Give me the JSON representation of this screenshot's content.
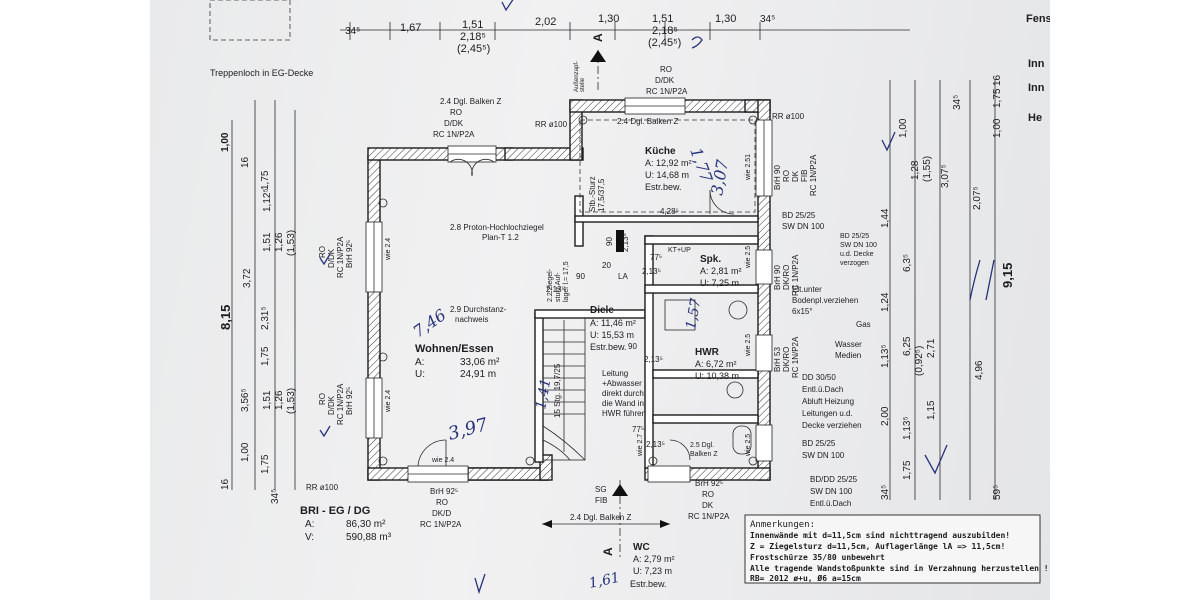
{
  "sheet": {
    "top_dims": [
      "34⁵",
      "1,67",
      "1,51",
      "2,18⁵",
      "(2,45⁵)",
      "2,02",
      "1,30",
      "1,51",
      "2,18⁵",
      "(2,45⁵)",
      "1,30",
      "34⁵"
    ],
    "stair_opening": "Treppenloch in EG-Decke",
    "header_right": [
      "Fens",
      "Inn",
      "Inn",
      "He"
    ]
  },
  "rooms": {
    "wohnen": {
      "name": "Wohnen/Essen",
      "a_label": "A:",
      "a_value": "33,06 m²",
      "u_label": "U:",
      "u_value": "24,91 m"
    },
    "kueche": {
      "name": "Küche",
      "a": "A: 12,92 m²",
      "u": "U: 14,68 m",
      "floor": "Estr.bew."
    },
    "diele": {
      "name": "Diele",
      "a": "A: 11,46 m²",
      "u": "U: 15,53 m",
      "floor": "Estr.bew."
    },
    "spk": {
      "name": "Spk.",
      "a": "A: 2,81 m²",
      "u": "U: 7,25 m"
    },
    "hwr": {
      "name": "HWR",
      "a": "A: 6,72 m²",
      "u": "U: 10,38 m"
    },
    "wc": {
      "name": "WC",
      "a": "A: 2,79 m²",
      "u": "U: 7,23 m",
      "floor": "Estr.bew."
    }
  },
  "floor": {
    "title": "BRI - EG / DG",
    "a_label": "A:",
    "a_value": "86,30 m²",
    "v_label": "V:",
    "v_value": "590,88 m³"
  },
  "labels": {
    "balken_top_left": "2.4 Dgl. Balken Z",
    "ro_top_left": [
      "RO",
      "D/DK",
      "RC 1N/P2A"
    ],
    "rr_top": "RR ø100",
    "aussen": [
      "Außenzapf-",
      "stelle"
    ],
    "ro_top_kitchen": [
      "RO",
      "D/DK",
      "RC 1N/P2A"
    ],
    "balken_kitchen": "2.4 Dgl. Balken Z",
    "rr_top_right": "RR ø100",
    "sturz": [
      "Stb.-Sturz",
      "17,5/37,5"
    ],
    "proton": [
      "2.8 Proton-Hochlochziegel",
      "Plan-T 1.2"
    ],
    "ziegelsturz": [
      "2.2 Ziegel-",
      "sturz Auf-",
      "lager l.= 17,5"
    ],
    "durchstanz": [
      "2.9 Durchstanz-",
      "nachweis"
    ],
    "stg": "15 Stg. 19,7/25",
    "leitung": [
      "Leitung",
      "+Abwasser",
      "direkt durch",
      "die Wand in",
      "HWR führen"
    ],
    "bd_top": [
      "BD 25/25",
      "SW DN 100"
    ],
    "bd_right": [
      "BD 25/25",
      "SW DN 100",
      "u.d. Decke",
      "verzogen"
    ],
    "elt": [
      "Elt.unter",
      "Bodenpl.verziehen",
      "6x15°"
    ],
    "gas": "Gas",
    "wasser": [
      "Wasser",
      "Medien"
    ],
    "dd": [
      "DD 30/50",
      "Entl.ü.Dach",
      "Abluft Heizung",
      "Leitungen u.d.",
      "Decke verziehen"
    ],
    "bd_lower": [
      "BD 25/25",
      "SW DN 100"
    ],
    "bd_dd": [
      "BD/DD 25/25",
      "SW DN 100",
      "Entl.ü.Dach"
    ],
    "balken_wc": [
      "2.5 Dgl.",
      "Balken Z"
    ],
    "sg_fib": [
      "SG",
      "FIB"
    ],
    "brh_bottom_left": [
      "BrH 92⁵",
      "RO",
      "DK/D",
      "RC 1N/P2A"
    ],
    "brh_bottom_right": [
      "BrH 92⁵",
      "RO",
      "DK",
      "RC 1N/P2A"
    ],
    "balken_bottom": "2.4 Dgl. Balken Z",
    "left_window_top": [
      "RO",
      "D/DK",
      "RC 1N/P2A",
      "BrH 92⁵"
    ],
    "left_window_bottom": [
      "RO",
      "D/DK",
      "RC 1N/P2A",
      "BrH 92⁵"
    ],
    "right_window_top": [
      "BrH 90",
      "RO",
      "DK",
      "FIB",
      "RC 1N/P2A"
    ],
    "right_window_mid": [
      "BrH 90",
      "DK/RO",
      "RC 1N/P2A"
    ],
    "right_window_low": [
      "BrH 53",
      "DK/RO",
      "RC 1N/P2A"
    ],
    "rr_bottom": "RR ø100",
    "wie": [
      "wie 2.4",
      "wie 2.4",
      "wie 2.4",
      "wie 2.5",
      "wie 2.5",
      "wie 2.5",
      "wie 2.7",
      "wie 2.51"
    ],
    "inner_dims": [
      "4,28⁵",
      "90",
      "2,13⁵",
      "77⁵",
      "20",
      "90",
      "2,13⁵",
      "2,13⁵",
      "90",
      "77⁵",
      "2,13⁵",
      "2,13⁵",
      "LA",
      "KT+UP"
    ],
    "section_marks": [
      "A",
      "A"
    ]
  },
  "dims_left": [
    "8,15",
    "1,00",
    "16",
    "1,75",
    "1,12⁵",
    "3,72",
    "1,51",
    "1,26",
    "(1,53)",
    "2,31⁵",
    "1,75",
    "3,56⁵",
    "1,51",
    "1,26",
    "(1,53)",
    "1,00",
    "1,75",
    "16",
    "34⁵"
  ],
  "dims_right": [
    "1,00",
    "1,75",
    "16",
    "34⁵",
    "1,00",
    "1,28",
    "(1,55)",
    "3,07⁵",
    "1,44",
    "6,3⁵",
    "2,07⁵",
    "1,24",
    "9,15",
    "1,13⁵",
    "6,25",
    "(0,92⁵)",
    "2,71",
    "4,96",
    "2,00",
    "1,13⁵",
    "1,75",
    "1,15",
    "34⁵",
    "59⁵"
  ],
  "notes": {
    "title": "Anmerkungen:",
    "lines": [
      "Innenwände mit d=11,5cm sind nichttragend auszubilden!",
      "Z = Ziegelsturz d=11,5cm, Auflagerlänge lA => 11,5cm!",
      "Frostschürze 35/80 unbewehrt",
      "Alle tragende Wandstoßpunkte sind in Verzahnung herzustellen !!",
      "RB= 2012 ø+u, Ø6 a=15cm"
    ]
  },
  "handwritten": [
    "7,46",
    "3,97",
    "1,61",
    "1,77",
    "3,07",
    "1,41",
    "1,57"
  ]
}
